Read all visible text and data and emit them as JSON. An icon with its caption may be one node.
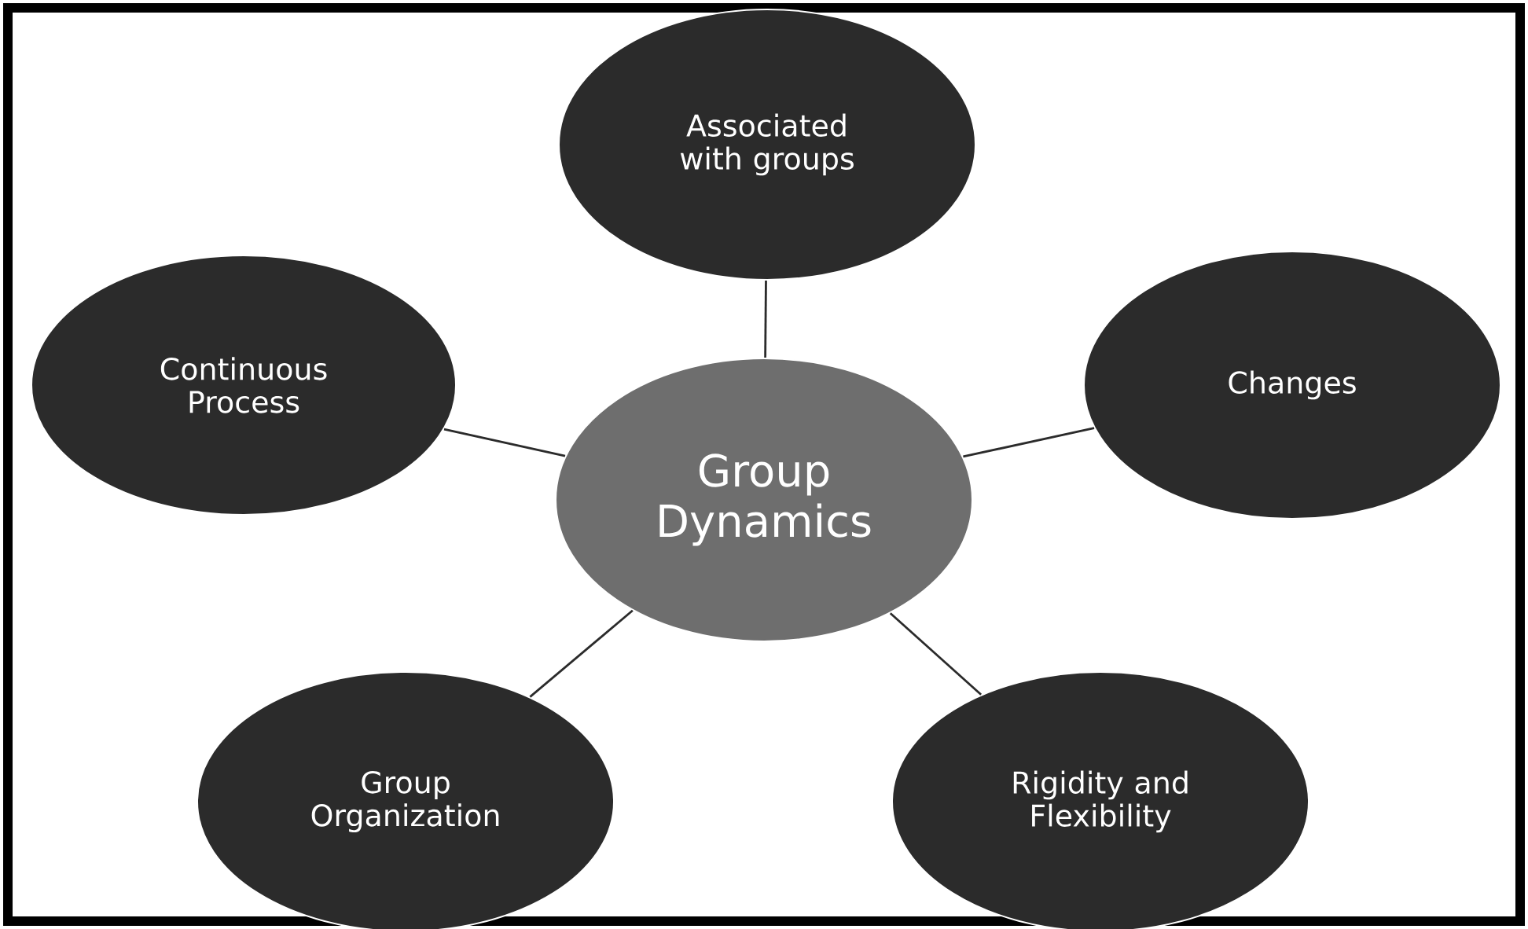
{
  "diagram": {
    "nodes": [
      {
        "text": [
          "Group Dynamics"
        ]
      },
      {
        "text": [
          "Associated with groups"
        ]
      },
      {
        "text": [
          "Continuous Process"
        ]
      },
      {
        "text": [
          "Changes"
        ]
      },
      {
        "text": [
          "Group Organization"
        ]
      },
      {
        "text": [
          "Rigidity and Flexibility"
        ]
      }
    ],
    "edges": [
      {
        "from": 0,
        "to": 1,
        "arrow": "none"
      },
      {
        "from": 0,
        "to": 2,
        "arrow": "none"
      },
      {
        "from": 0,
        "to": 3,
        "arrow": "none"
      },
      {
        "from": 0,
        "to": 4,
        "arrow": "none"
      },
      {
        "from": 0,
        "to": 5,
        "arrow": "none"
      }
    ]
  }
}
